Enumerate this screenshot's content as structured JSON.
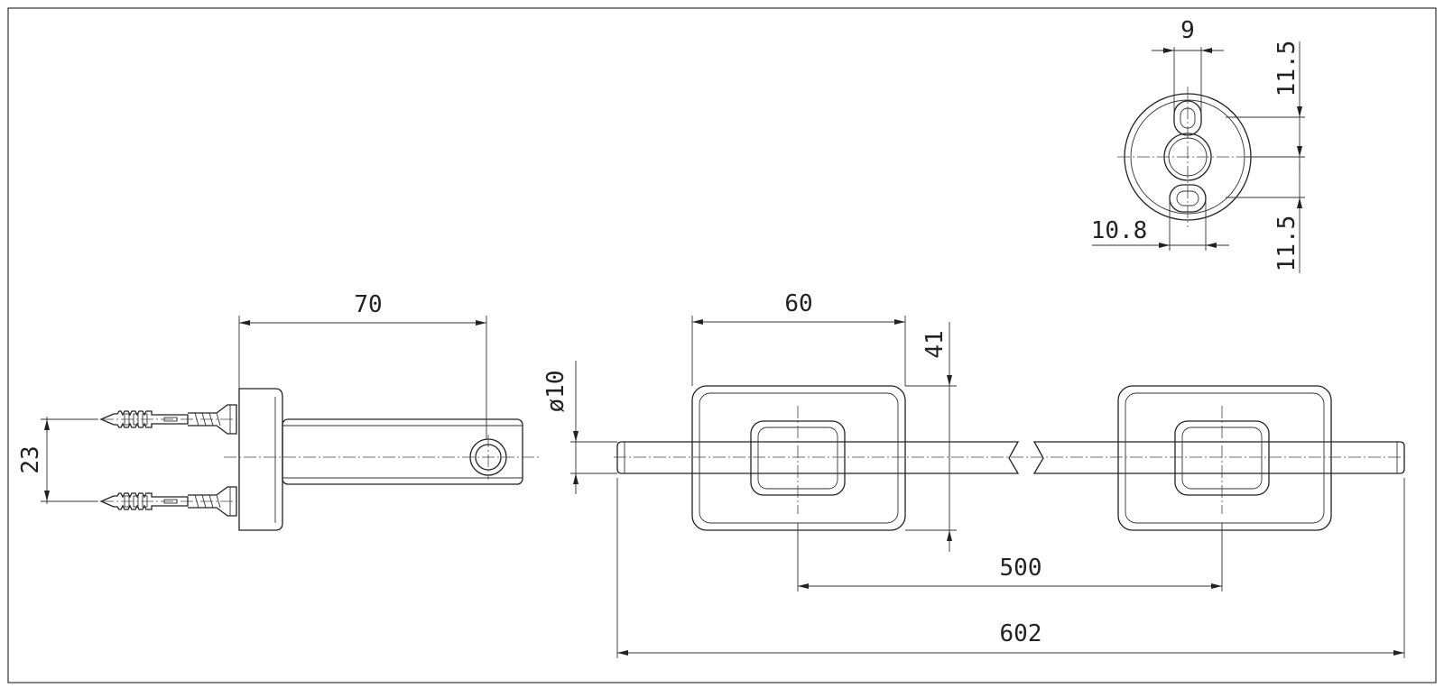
{
  "drawing": {
    "title": "",
    "dimensions": {
      "side_view_length": "70",
      "anchor_spacing": "23",
      "rod_diameter": "ø10",
      "mount_width": "60",
      "mount_height": "41",
      "mount_centers": "500",
      "overall_length": "602",
      "hole_spacing_top": "9",
      "hole_offset_upper": "11.5",
      "hole_offset_lower": "11.5",
      "hole_width": "10.8"
    }
  }
}
